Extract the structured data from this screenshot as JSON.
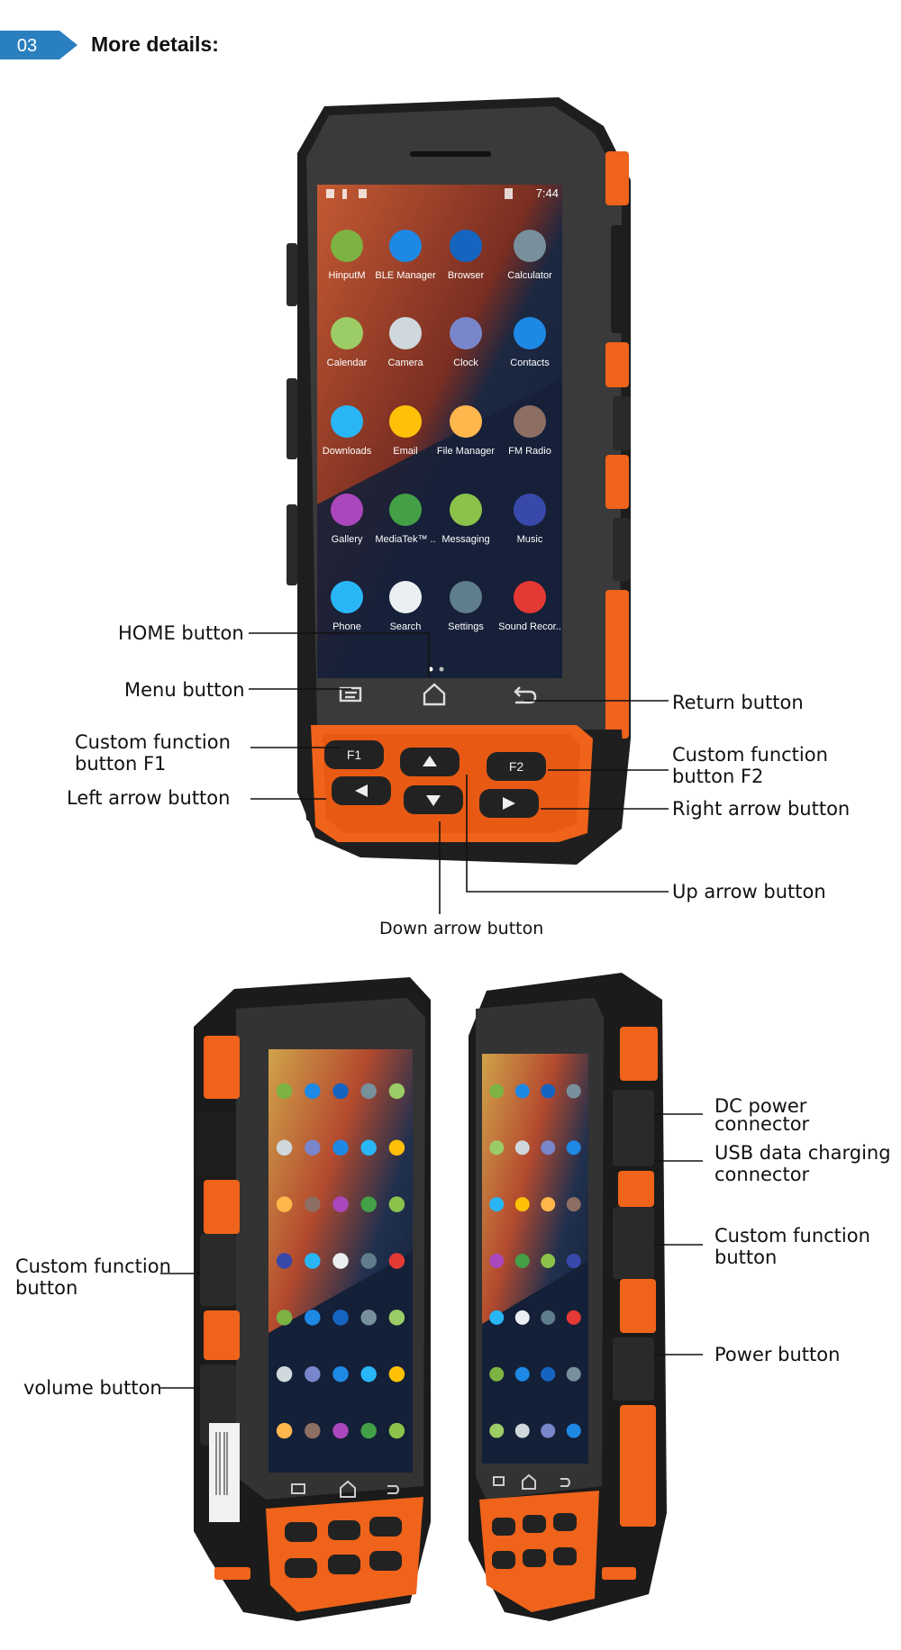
{
  "section": {
    "number": "03",
    "title": "More details:"
  },
  "statusbar": {
    "time": "7:44"
  },
  "apps": [
    {
      "label": "HinputM",
      "color": "#7cb342",
      "icon": "android-icon"
    },
    {
      "label": "BLE Manager",
      "color": "#1e88e5",
      "icon": "bluetooth-icon"
    },
    {
      "label": "Browser",
      "color": "#1565c0",
      "icon": "globe-icon"
    },
    {
      "label": "Calculator",
      "color": "#78909c",
      "icon": "calculator-icon"
    },
    {
      "label": "Calendar",
      "color": "#9ccc65",
      "icon": "calendar-icon"
    },
    {
      "label": "Camera",
      "color": "#cfd8dc",
      "icon": "camera-icon"
    },
    {
      "label": "Clock",
      "color": "#7986cb",
      "icon": "clock-icon"
    },
    {
      "label": "Contacts",
      "color": "#1e88e5",
      "icon": "contacts-icon"
    },
    {
      "label": "Downloads",
      "color": "#29b6f6",
      "icon": "download-icon"
    },
    {
      "label": "Email",
      "color": "#ffc107",
      "icon": "email-icon"
    },
    {
      "label": "File Manager",
      "color": "#ffb74d",
      "icon": "folder-icon"
    },
    {
      "label": "FM Radio",
      "color": "#8d6e63",
      "icon": "radio-icon"
    },
    {
      "label": "Gallery",
      "color": "#ab47bc",
      "icon": "gallery-icon"
    },
    {
      "label": "MediaTek™ ..",
      "color": "#43a047",
      "icon": "chart-icon"
    },
    {
      "label": "Messaging",
      "color": "#8bc34a",
      "icon": "message-icon"
    },
    {
      "label": "Music",
      "color": "#3949ab",
      "icon": "music-icon"
    },
    {
      "label": "Phone",
      "color": "#29b6f6",
      "icon": "phone-icon"
    },
    {
      "label": "Search",
      "color": "#eceff1",
      "icon": "search-icon"
    },
    {
      "label": "Settings",
      "color": "#607d8b",
      "icon": "gear-icon"
    },
    {
      "label": "Sound Recor..",
      "color": "#e53935",
      "icon": "microphone-icon"
    }
  ],
  "keys": {
    "f1": "F1",
    "f2": "F2"
  },
  "callouts": {
    "home": "HOME button",
    "menu": "Menu button",
    "f1_line1": "Custom function",
    "f1_line2": "button F1",
    "left": "Left arrow button",
    "return": "Return button",
    "f2_line1": "Custom function",
    "f2_line2": "button F2",
    "right": "Right arrow button",
    "up": "Up arrow button",
    "down": "Down arrow button",
    "dc_line1": "DC power",
    "dc_line2": "connector",
    "usb_line1": "USB data charging",
    "usb_line2": "connector",
    "custom_right_line1": "Custom function",
    "custom_right_line2": "button",
    "power": "Power button",
    "custom_left_line1": "Custom function",
    "custom_left_line2": "button",
    "volume": "volume button"
  },
  "colors": {
    "accent": "#2a7fbf",
    "orange": "#f0631a",
    "body": "#2b2b2b",
    "screen_a": "#b8532f",
    "screen_b": "#18243a"
  }
}
